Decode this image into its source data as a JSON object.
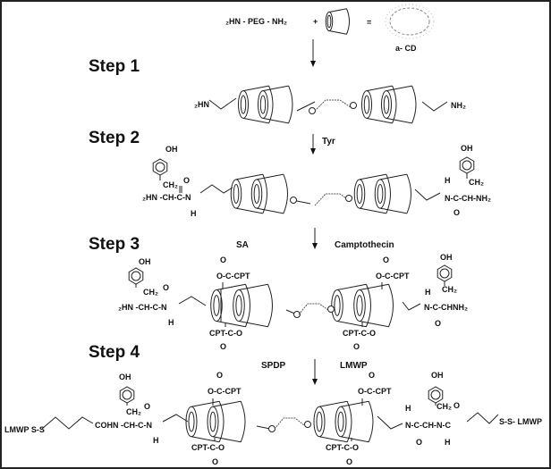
{
  "header": {
    "reactant": "₂HN  - PEG - NH₂",
    "plus": "+",
    "equals": "=",
    "cd_label": "a- CD"
  },
  "steps": [
    "Step 1",
    "Step 2",
    "Step 3",
    "Step 4"
  ],
  "reagents": {
    "tyr": "Tyr",
    "sa": "SA",
    "camptothecin": "Camptothecin",
    "spdp": "SPDP",
    "lmwp": "LMWP"
  },
  "row1": {
    "left": "₂HN",
    "right": "NH₂"
  },
  "row2": {
    "oh": "OH",
    "ch2": "CH₂",
    "o": "O",
    "left_chain": "₂HN -CH-C-N",
    "h": "H",
    "right_chain": "N-C-CH-NH₂"
  },
  "row3": {
    "left_chain": "₂HN -CH-C-N",
    "right_chain": "N-C-CHNH₂",
    "ester_top": "O-C-CPT",
    "ester_bottom": "CPT-C-O"
  },
  "row4": {
    "left_end": "LMWP S-S",
    "left_chain": "COHN -CH-C-N",
    "right_chain": "N-C-CH-N-C",
    "right_end": "S-S- LMWP"
  }
}
